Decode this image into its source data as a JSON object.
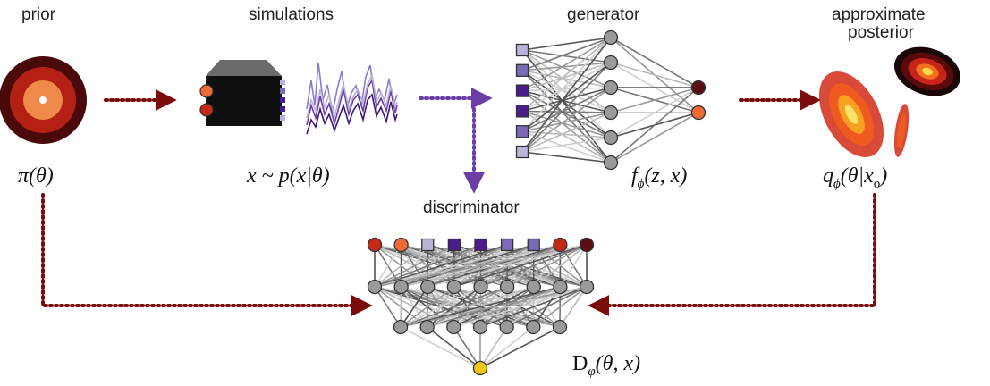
{
  "labels": {
    "prior": "prior",
    "simulations": "simulations",
    "generator": "generator",
    "approximate": "approximate",
    "posterior": "posterior",
    "discriminator": "discriminator"
  },
  "math": {
    "prior": "π(θ)",
    "simulator": "x ~ p(x|θ)",
    "generator": "f",
    "generator_sub": "ϕ",
    "generator_args": "(z, x)",
    "posterior": "q",
    "posterior_sub": "ϕ",
    "posterior_args_a": "(θ|x",
    "posterior_args_sub": "o",
    "posterior_args_b": ")",
    "discriminator": "D",
    "discriminator_sub": "φ",
    "discriminator_args": "(θ, x)"
  },
  "colors": {
    "arrow_red": "#7a0c0c",
    "arrow_purple": "#6a3ea6",
    "node_gray": "#9a9a9a",
    "node_light_purple": "#b9b3d9",
    "node_mid_purple": "#7b6bb6",
    "node_dark_purple": "#4b1d8c",
    "node_red": "#c52a18",
    "node_orange": "#ee6a36",
    "node_dark_red": "#5a0e10",
    "node_yellow": "#f6c51a"
  },
  "generator": {
    "input_nodes": [
      "light-purple",
      "mid-purple",
      "dark-purple",
      "dark-purple",
      "mid-purple",
      "light-purple"
    ],
    "hidden_nodes": 6,
    "output_nodes": [
      "dark-red",
      "orange"
    ]
  },
  "discriminator": {
    "input_nodes": [
      "red",
      "orange",
      "light-purple",
      "dark-purple",
      "dark-purple",
      "mid-purple",
      "mid-purple",
      "red",
      "dark-red"
    ],
    "hidden1_nodes": 9,
    "hidden2_nodes": 7,
    "output_nodes": [
      "yellow"
    ]
  }
}
